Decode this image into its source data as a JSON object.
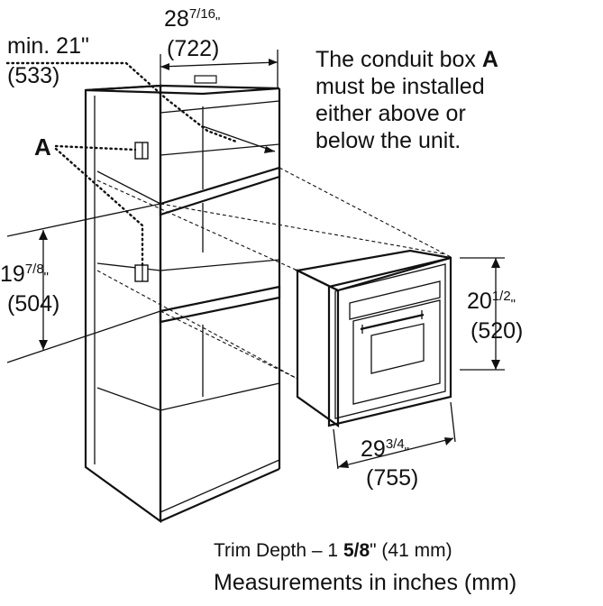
{
  "dimensions": {
    "cabinet_width": {
      "whole": "28",
      "fraction": "7/16",
      "unit": "\"",
      "metric": "(722)"
    },
    "min_clearance": {
      "text": "min. 21\"",
      "metric": "(533)"
    },
    "cutout_height": {
      "whole": "19",
      "fraction": "7/8",
      "unit": "\"",
      "metric": "(504)"
    },
    "oven_height": {
      "whole": "20",
      "fraction": "1/2",
      "unit": "\"",
      "metric": "(520)"
    },
    "oven_width": {
      "whole": "29",
      "fraction": "3/4",
      "unit": "\"",
      "metric": "(755)"
    }
  },
  "conduit_label": "A",
  "note": {
    "line1_prefix": "The conduit box ",
    "line1_bold": "A",
    "line2": "must be installed",
    "line3": "either above or",
    "line4": "below the unit."
  },
  "footer": {
    "trim_depth_prefix": "Trim Depth – 1 ",
    "trim_depth_fraction": "5/8",
    "trim_depth_suffix": "\" (41 mm)",
    "measurement_note": "Measurements in inches (mm)"
  }
}
